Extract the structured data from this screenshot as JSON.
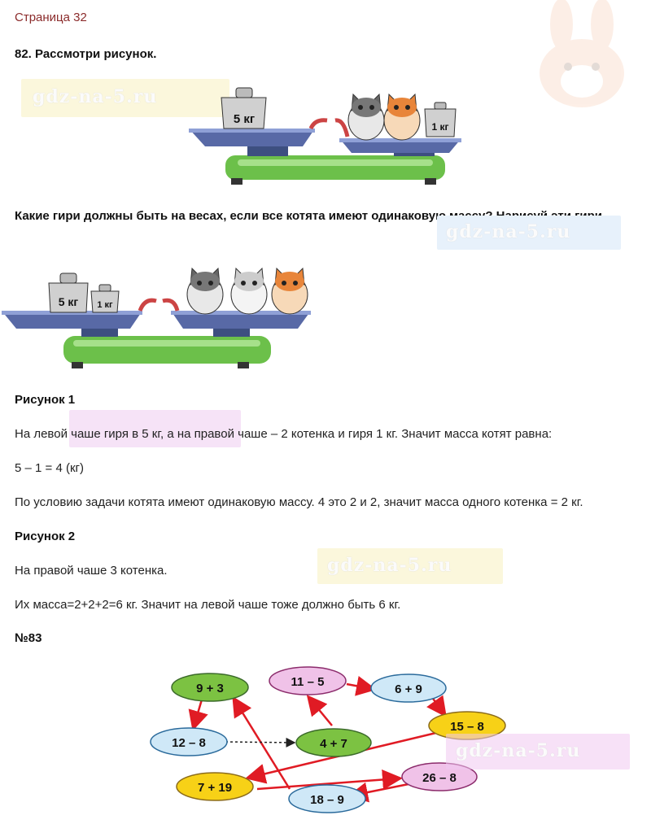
{
  "page_link": "Страница 32",
  "task82": {
    "title": "82. Рассмотри рисунок.",
    "question": "Какие гири должны быть на весах, если все котята имеют одинаковую массу? Нарисуй эти гири."
  },
  "scale1": {
    "left_weight": "5 кг",
    "right_weight": "1 кг"
  },
  "scale2": {
    "weight_big": "5 кг",
    "weight_small": "1 кг"
  },
  "solution": {
    "fig1_title": "Рисунок 1",
    "fig1_text": "На левой чаше гиря в 5 кг, а на правой чаше – 2 котенка и гиря 1 кг. Значит масса котят равна:",
    "fig1_calc": "5 – 1 = 4 (кг)",
    "fig1_conclusion": "По условию задачи котята имеют одинаковую массу. 4 это 2 и 2, значит масса одного котенка = 2 кг.",
    "fig2_title": "Рисунок 2",
    "fig2_text": "На правой чаше 3 котенка.",
    "fig2_conclusion": "Их масса=2+2+2=6 кг. Значит на левой чаше тоже должно быть 6 кг."
  },
  "task83": {
    "title": "№83",
    "nodes": {
      "n1": "9 + 3",
      "n2": "11 – 5",
      "n3": "6 + 9",
      "n4": "15 – 8",
      "n5": "12 – 8",
      "n6": "4 + 7",
      "n7": "7 + 19",
      "n8": "26 – 8",
      "n9": "18 – 9"
    }
  },
  "watermark": "gdz-na-5.ru",
  "colors": {
    "arrow": "#e01b24",
    "green_node": "#7cc242",
    "pink_node": "#f0c2e8",
    "blue_node": "#cfe8f7",
    "yellow_node": "#f7d117",
    "page_link": "#8b2b2b"
  }
}
